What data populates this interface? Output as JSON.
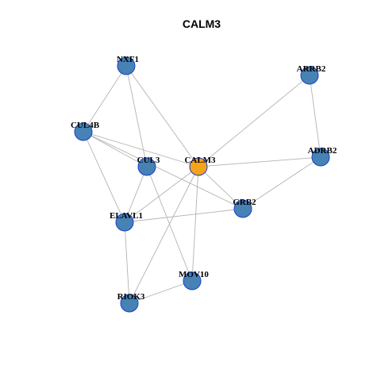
{
  "title": "CALM3",
  "colors": {
    "hub_fill": "#F5A31A",
    "node_fill": "#4682B4",
    "node_stroke": "#1A3FCC",
    "edge": "#B3B3B3",
    "text": "#000000"
  },
  "nodes": [
    {
      "id": "NXF1",
      "label": "NXF1",
      "hub": false
    },
    {
      "id": "ARRB2",
      "label": "ARRB2",
      "hub": false
    },
    {
      "id": "CUL4B",
      "label": "CUL4B",
      "hub": false
    },
    {
      "id": "ADRB2",
      "label": "ADRB2",
      "hub": false
    },
    {
      "id": "CUL3",
      "label": "CUL3",
      "hub": false
    },
    {
      "id": "CALM3",
      "label": "CALM3",
      "hub": true
    },
    {
      "id": "GRB2",
      "label": "GRB2",
      "hub": false
    },
    {
      "id": "ELAVL1",
      "label": "ELAVL1",
      "hub": false
    },
    {
      "id": "MOV10",
      "label": "MOV10",
      "hub": false
    },
    {
      "id": "RIOK3",
      "label": "RIOK3",
      "hub": false
    }
  ],
  "edges": [
    [
      "NXF1",
      "CUL4B"
    ],
    [
      "NXF1",
      "CUL3"
    ],
    [
      "NXF1",
      "CALM3"
    ],
    [
      "ARRB2",
      "CALM3"
    ],
    [
      "ARRB2",
      "ADRB2"
    ],
    [
      "CUL4B",
      "CUL3"
    ],
    [
      "CUL4B",
      "CALM3"
    ],
    [
      "CUL4B",
      "GRB2"
    ],
    [
      "CUL4B",
      "ELAVL1"
    ],
    [
      "CUL3",
      "ELAVL1"
    ],
    [
      "CUL3",
      "MOV10"
    ],
    [
      "CALM3",
      "ADRB2"
    ],
    [
      "CALM3",
      "GRB2"
    ],
    [
      "CALM3",
      "ELAVL1"
    ],
    [
      "CALM3",
      "MOV10"
    ],
    [
      "CALM3",
      "RIOK3"
    ],
    [
      "ADRB2",
      "GRB2"
    ],
    [
      "ELAVL1",
      "GRB2"
    ],
    [
      "ELAVL1",
      "RIOK3"
    ],
    [
      "MOV10",
      "RIOK3"
    ]
  ]
}
